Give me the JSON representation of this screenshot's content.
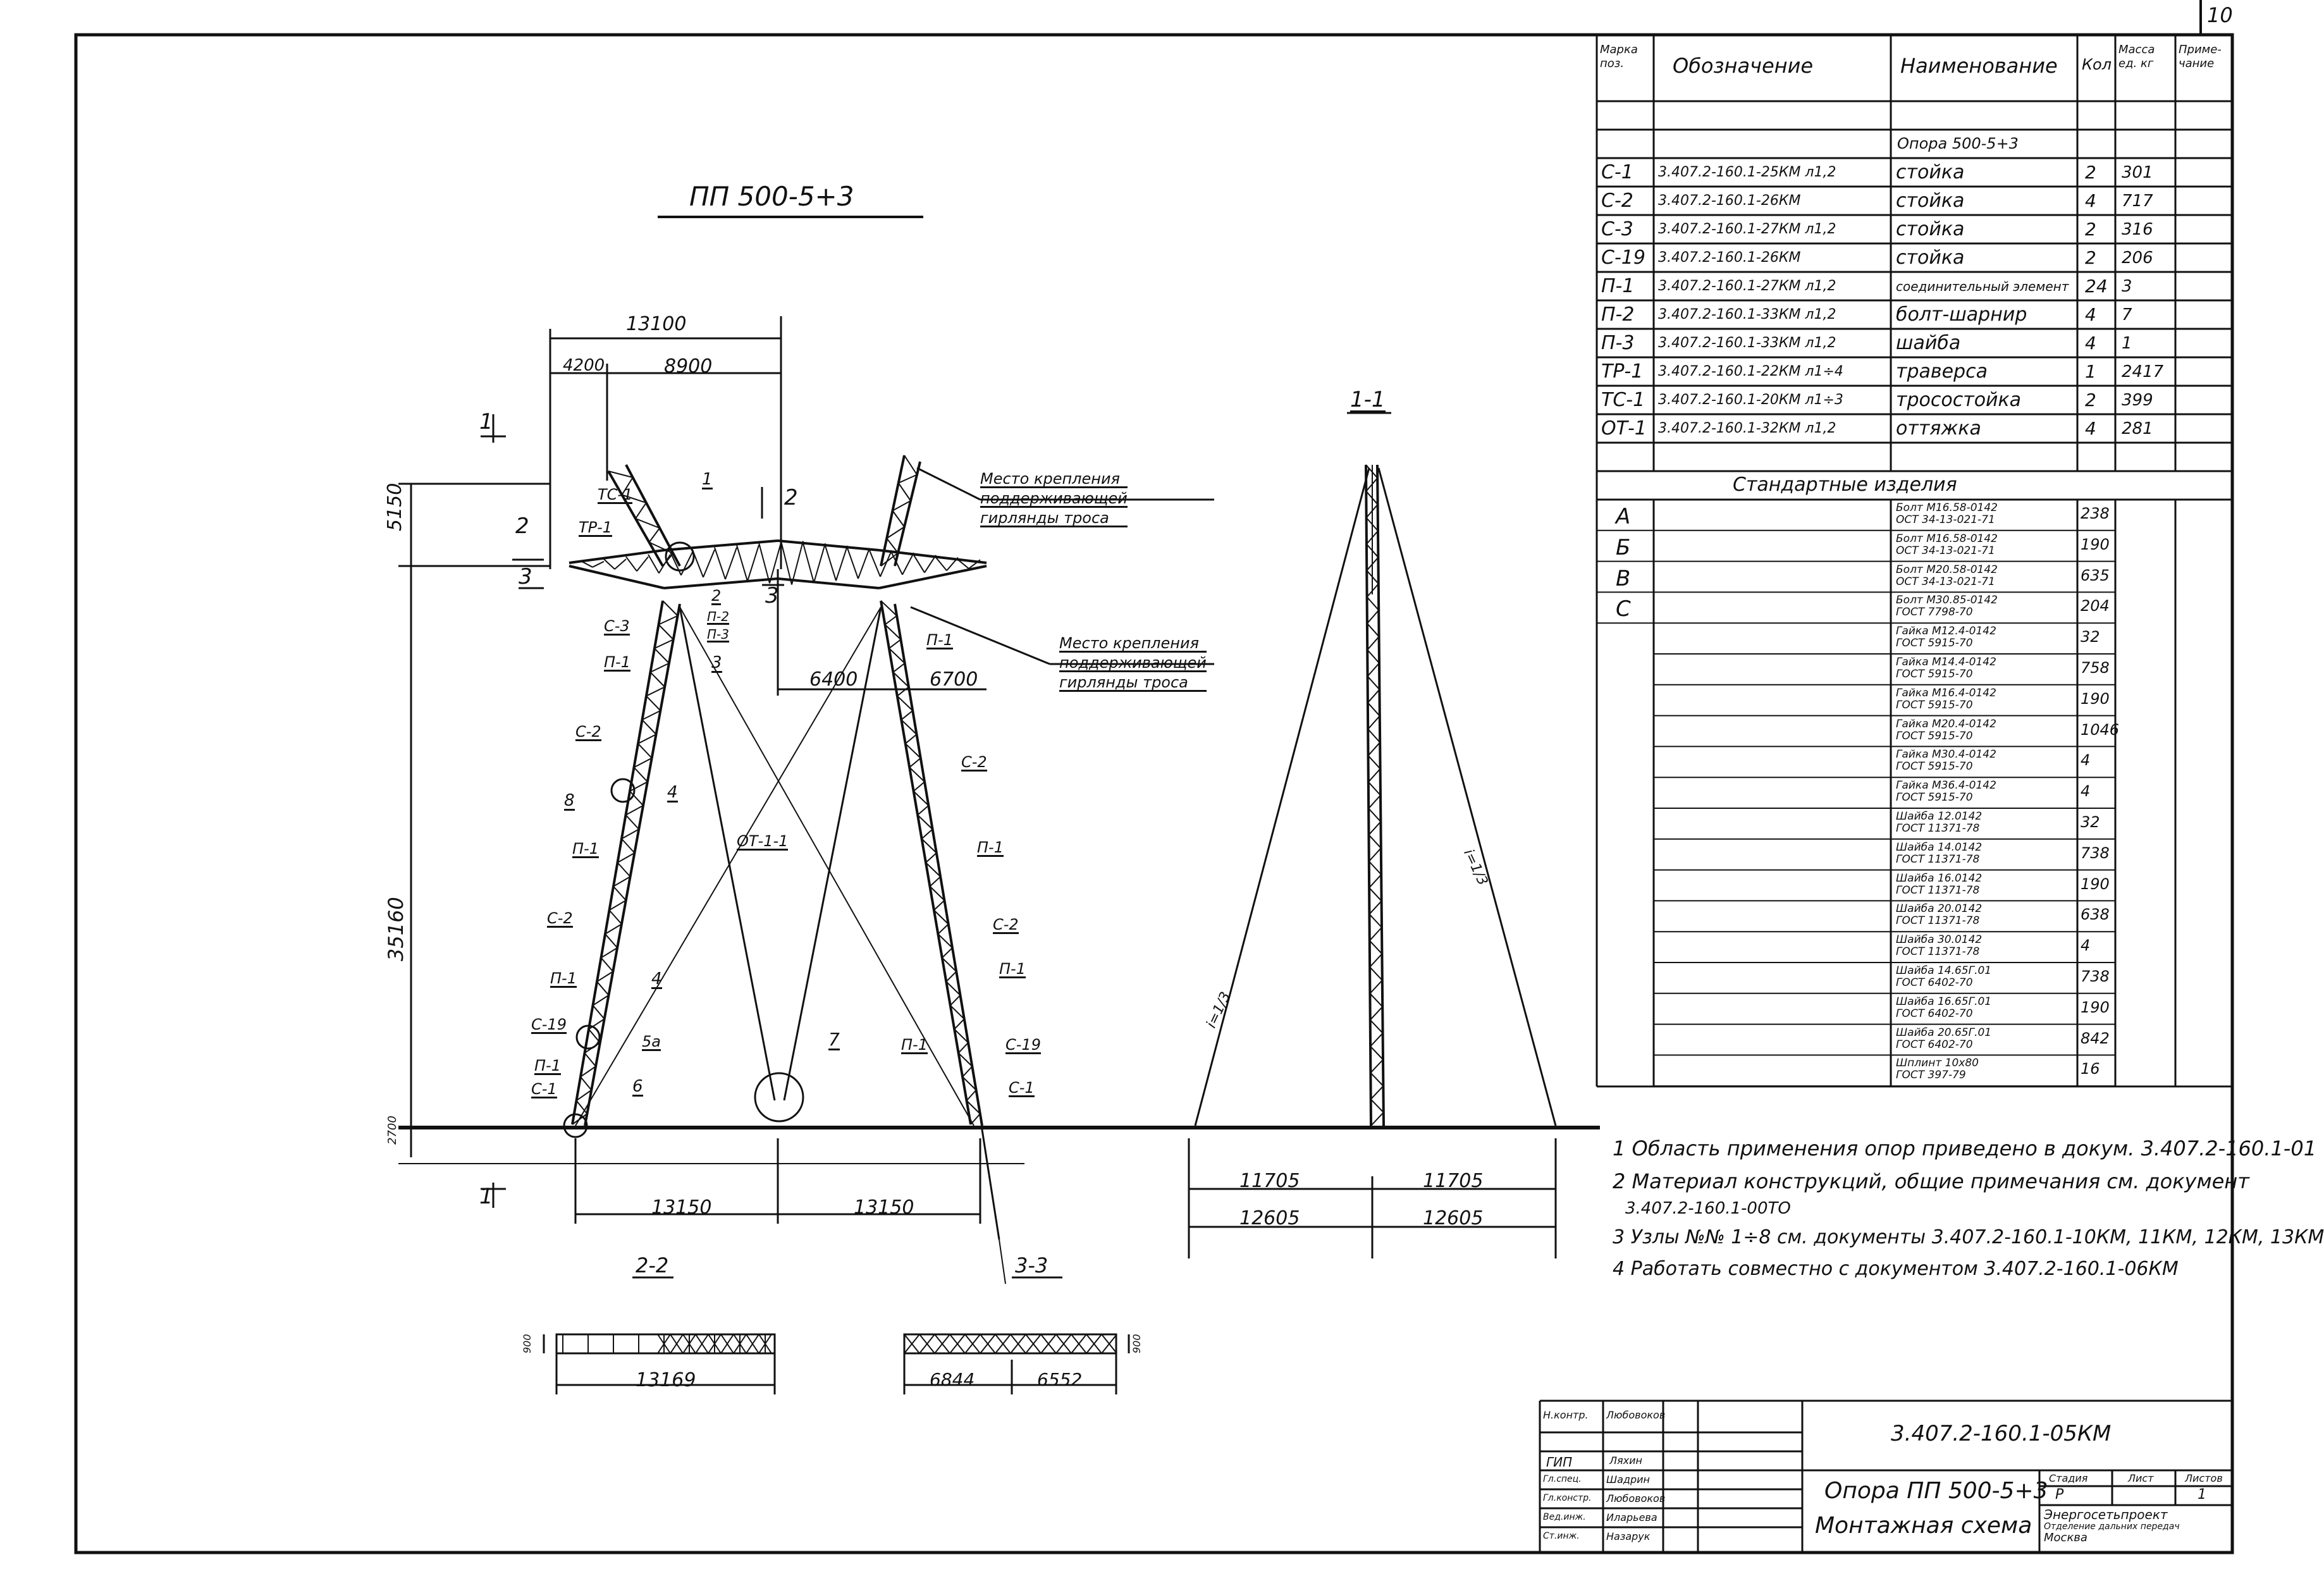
{
  "sheet": {
    "page_number": "10"
  },
  "drawing": {
    "title": "ПП 500-5+3",
    "section_1_1": "1-1",
    "section_2_2": "2-2",
    "section_3_3": "3-3",
    "cut_marks": [
      "1",
      "2",
      "3",
      "1",
      "2",
      "3"
    ],
    "dims": {
      "total_width": "13100",
      "left_part": "4200",
      "right_part": "8900",
      "head_height": "5150",
      "body_height": "35160",
      "base_height": "2700",
      "span_a": "6400",
      "span_b": "6700",
      "foot_left": "13150",
      "foot_right": "13150",
      "side_top_left": "11705",
      "side_top_right": "11705",
      "side_bot_left": "12605",
      "side_bot_right": "12605",
      "sec22_width": "13169",
      "sec22_height": "900",
      "sec33_left": "6844",
      "sec33_right": "6552",
      "sec33_height": "900",
      "slope_left": "i=1/3",
      "slope_right": "i=1/3"
    },
    "callouts": {
      "place_1": [
        "Место крепления",
        "поддерживающей",
        "гирлянды троса"
      ],
      "place_2": [
        "Место крепления",
        "поддерживающей",
        "гирлянды троса"
      ],
      "left_labels": [
        "ТС-1",
        "ТР-1",
        "С-3",
        "П-1",
        "С-2",
        "8",
        "П-1",
        "С-2",
        "П-1",
        "С-19",
        "П-1",
        "С-1"
      ],
      "left_nodes": [
        "1",
        "2",
        "П-2",
        "П-3",
        "3",
        "4",
        "4",
        "5a",
        "6"
      ],
      "center_labels": [
        "ОТ-1-1",
        "7"
      ],
      "right_labels": [
        "П-1",
        "С-2",
        "П-1",
        "С-2",
        "П-1",
        "П-1",
        "С-19",
        "С-1"
      ]
    }
  },
  "spec": {
    "headers": [
      "Марка поз.",
      "Обозначение",
      "Наименование",
      "Кол",
      "Масса ед. кг",
      "Приме-чание"
    ],
    "group_title": "Опора 500-5+3",
    "rows": [
      {
        "mark": "С-1",
        "code": "3.407.2-160.1-25КМ л1,2",
        "name": "стойка",
        "qty": "2",
        "mass": "301"
      },
      {
        "mark": "С-2",
        "code": "3.407.2-160.1-26КМ",
        "name": "стойка",
        "qty": "4",
        "mass": "717"
      },
      {
        "mark": "С-3",
        "code": "3.407.2-160.1-27КМ л1,2",
        "name": "стойка",
        "qty": "2",
        "mass": "316"
      },
      {
        "mark": "С-19",
        "code": "3.407.2-160.1-26КМ",
        "name": "стойка",
        "qty": "2",
        "mass": "206"
      },
      {
        "mark": "П-1",
        "code": "3.407.2-160.1-27КМ л1,2",
        "name": "соединительный элемент",
        "qty": "24",
        "mass": "3"
      },
      {
        "mark": "П-2",
        "code": "3.407.2-160.1-33КМ л1,2",
        "name": "болт-шарнир",
        "qty": "4",
        "mass": "7"
      },
      {
        "mark": "П-3",
        "code": "3.407.2-160.1-33КМ л1,2",
        "name": "шайба",
        "qty": "4",
        "mass": "1"
      },
      {
        "mark": "ТР-1",
        "code": "3.407.2-160.1-22КМ л1÷4",
        "name": "траверса",
        "qty": "1",
        "mass": "2417"
      },
      {
        "mark": "ТС-1",
        "code": "3.407.2-160.1-20КМ л1÷3",
        "name": "тросостойка",
        "qty": "2",
        "mass": "399"
      },
      {
        "mark": "ОТ-1",
        "code": "3.407.2-160.1-32КМ л1,2",
        "name": "оттяжка",
        "qty": "4",
        "mass": "281"
      }
    ],
    "std_title": "Стандартные изделия",
    "std_rows": [
      {
        "mark": "А",
        "name": "Болт М16.58-0142\nОСТ 34-13-021-71",
        "qty": "238"
      },
      {
        "mark": "Б",
        "name": "Болт М16.58-0142\nОСТ 34-13-021-71",
        "qty": "190"
      },
      {
        "mark": "В",
        "name": "Болт М20.58-0142\nОСТ 34-13-021-71",
        "qty": "635"
      },
      {
        "mark": "С",
        "name": "Болт М30.85-0142\nГОСТ 7798-70",
        "qty": "204"
      },
      {
        "mark": "",
        "name": "Гайка М12.4-0142\nГОСТ 5915-70",
        "qty": "32"
      },
      {
        "mark": "",
        "name": "Гайка М14.4-0142\nГОСТ 5915-70",
        "qty": "758"
      },
      {
        "mark": "",
        "name": "Гайка М16.4-0142\nГОСТ 5915-70",
        "qty": "190"
      },
      {
        "mark": "",
        "name": "Гайка М20.4-0142\nГОСТ 5915-70",
        "qty": "1046"
      },
      {
        "mark": "",
        "name": "Гайка М30.4-0142\nГОСТ 5915-70",
        "qty": "4"
      },
      {
        "mark": "",
        "name": "Гайка М36.4-0142\nГОСТ 5915-70",
        "qty": "4"
      },
      {
        "mark": "",
        "name": "Шайба 12.0142\nГОСТ 11371-78",
        "qty": "32"
      },
      {
        "mark": "",
        "name": "Шайба 14.0142\nГОСТ 11371-78",
        "qty": "738"
      },
      {
        "mark": "",
        "name": "Шайба 16.0142\nГОСТ 11371-78",
        "qty": "190"
      },
      {
        "mark": "",
        "name": "Шайба 20.0142\nГОСТ 11371-78",
        "qty": "638"
      },
      {
        "mark": "",
        "name": "Шайба 30.0142\nГОСТ 11371-78",
        "qty": "4"
      },
      {
        "mark": "",
        "name": "Шайба 14.65Г.01\nГОСТ 6402-70",
        "qty": "738"
      },
      {
        "mark": "",
        "name": "Шайба 16.65Г.01\nГОСТ 6402-70",
        "qty": "190"
      },
      {
        "mark": "",
        "name": "Шайба 20.65Г.01\nГОСТ 6402-70",
        "qty": "842"
      },
      {
        "mark": "",
        "name": "Шплинт 10х80\nГОСТ 397-79",
        "qty": "16"
      }
    ]
  },
  "notes": [
    "1 Область применения опор приведено в докум. 3.407.2-160.1-01",
    "2 Материал конструкций, общие примечания см. документ",
    "3.407.2-160.1-00ТО",
    "3 Узлы №№ 1÷8 см. документы 3.407.2-160.1-10КМ, 11КМ, 12КМ, 13КМ",
    "4 Работать совместно с документом 3.407.2-160.1-06КМ"
  ],
  "title_block": {
    "doc_code": "3.407.2-160.1-05КМ",
    "title_line1": "Опора ПП 500-5+3",
    "title_line2": "Монтажная схема",
    "roles": [
      "Н.контр.",
      "ГИП",
      "Гл.спец.",
      "Гл.констр.",
      "Вед.инж.",
      "Ст.инж."
    ],
    "names": [
      "Любовоков",
      "Ляхин",
      "Шадрин",
      "Любовоков",
      "Иларьева",
      "Назарук"
    ],
    "stage_header": "Стадия",
    "sheet_header": "Лист",
    "sheets_header": "Листов",
    "stage": "Р",
    "sheet_no": "",
    "sheets_total": "1",
    "org": [
      "Энергосетьпроект",
      "Отделение дальних передач",
      "Москва"
    ]
  }
}
